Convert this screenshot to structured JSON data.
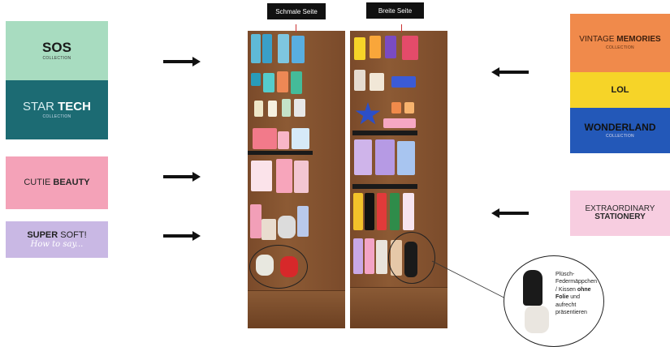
{
  "left_tiles": [
    {
      "title": "SOS",
      "subtitle": "COLLECTION",
      "bg": "#a8dcc0"
    },
    {
      "title_light": "STAR ",
      "title_bold": "TECH",
      "subtitle": "COLLECTION",
      "bg": "#1c6b73"
    },
    {
      "title_light": "CUTIE ",
      "title_bold": "BEAUTY",
      "bg": "#f4a2b8"
    },
    {
      "title_bold": "SUPER ",
      "title_light": "SOFT!",
      "script": "How to say...",
      "bg": "#c9b8e4"
    }
  ],
  "right_tiles": [
    {
      "title_light": "VINTAGE ",
      "title_bold": "MEMORIES",
      "subtitle": "COLLECTION",
      "bg": "#f08a4b"
    },
    {
      "title_bold": "LOL",
      "bg": "#f6d428"
    },
    {
      "title_bold": "WONDERLAND",
      "subtitle": "COLLECTION",
      "bg": "#2358b8"
    },
    {
      "title_light": "EXTRAORDINARY",
      "title_bold": "STATIONERY",
      "bg": "#f7cde0"
    }
  ],
  "labels": {
    "narrow_side": "Schmale Seite",
    "wide_side": "Breite Seite"
  },
  "callout": {
    "line1": "Plüsch-",
    "line2": "Federmäppchen",
    "line3_pre": "/ Kissen ",
    "line3_bold": "ohne",
    "line4_bold": "Folie",
    "line4_post": " und",
    "line5": "aufrecht",
    "line6": "präsentieren"
  },
  "colors": {
    "wood": "#7f4f2d",
    "arrow": "#111111"
  }
}
